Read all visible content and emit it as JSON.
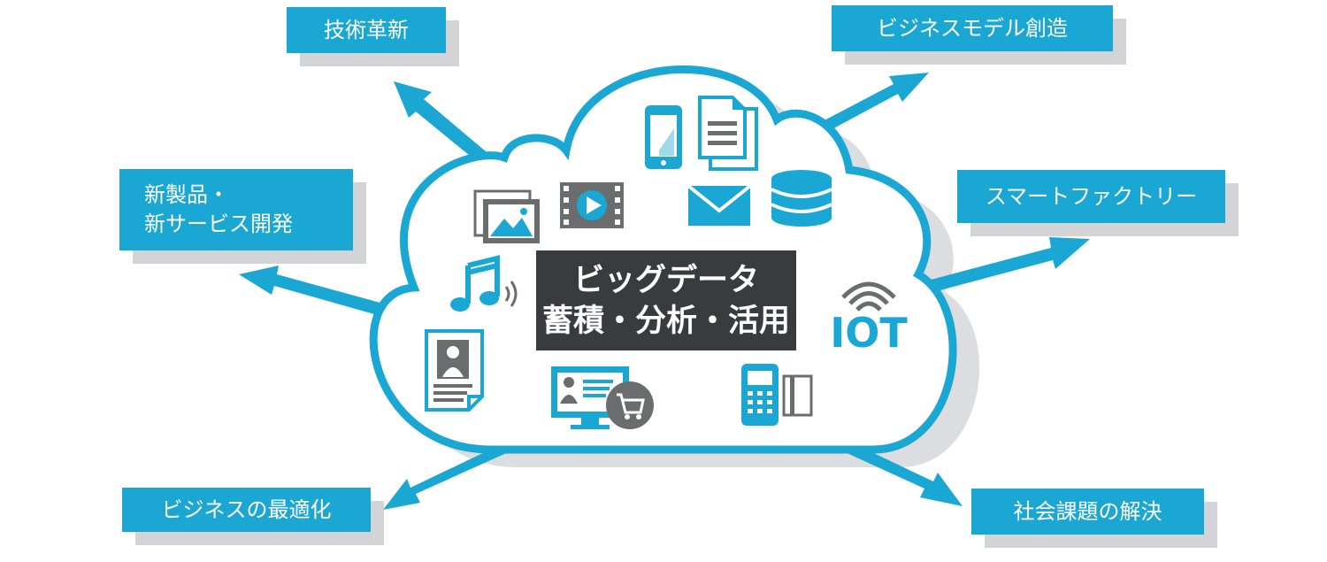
{
  "center": {
    "line1": "ビッグデータ",
    "line2": "蓄積・分析・活用"
  },
  "labels": {
    "tech": "技術革新",
    "newproduct_line1": "新製品・",
    "newproduct_line2": "新サービス開発",
    "optimize": "ビジネスの最適化",
    "bizmodel": "ビジネスモデル創造",
    "factory": "スマートファクトリー",
    "social": "社会課題の解決"
  },
  "icon_text": {
    "iot": "IOT"
  },
  "colors": {
    "accent": "#1ba7d3",
    "shadow": "#d2d4d7",
    "center_bg": "#3a3b3e",
    "icon_gray": "#6b6c6e"
  },
  "icons": [
    "smartphone-icon",
    "documents-icon",
    "database-icon",
    "mail-icon",
    "photo-icon",
    "video-icon",
    "music-icon",
    "profile-card-icon",
    "ecommerce-monitor-icon",
    "payment-terminal-icon",
    "iot-icon"
  ]
}
